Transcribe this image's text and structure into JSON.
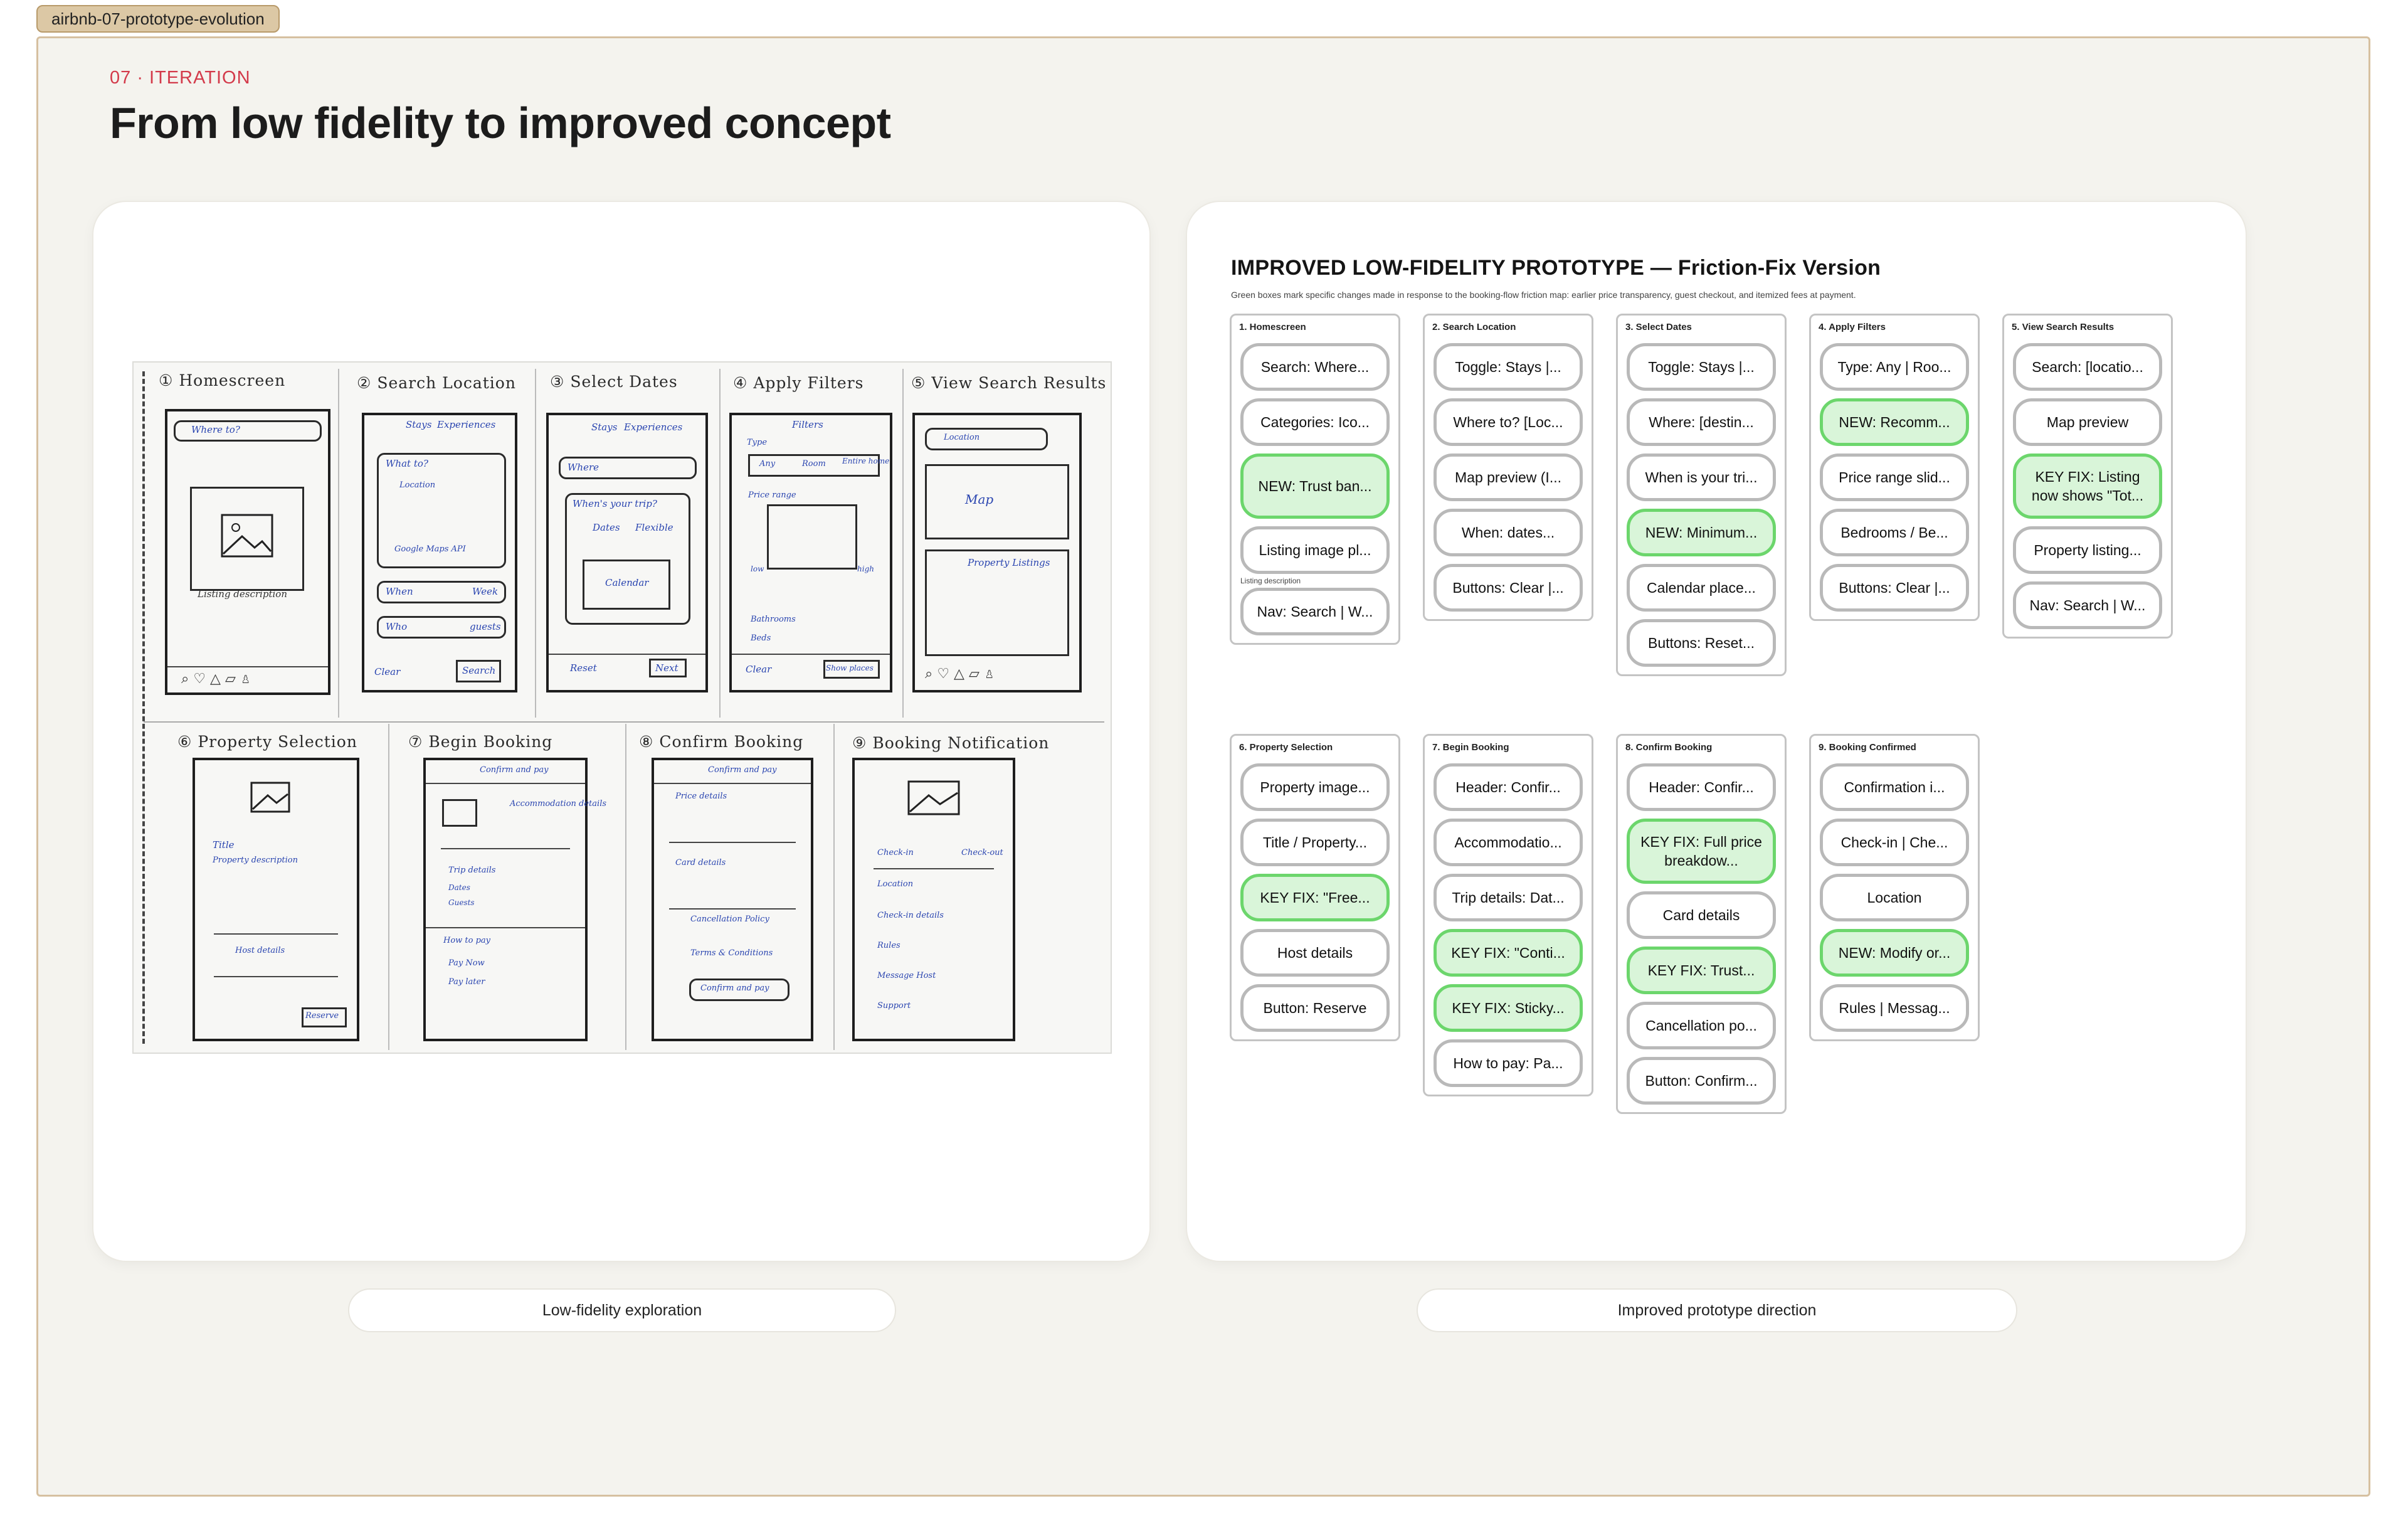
{
  "file_tag": "airbnb-07-prototype-evolution",
  "eyebrow": "07 · ITERATION",
  "headline": "From low fidelity to improved concept",
  "captions": {
    "left": "Low-fidelity exploration",
    "right": "Improved prototype direction"
  },
  "sketch": {
    "frames": [
      "① Homescreen",
      "② Search Location",
      "③ Select Dates",
      "④ Apply Filters",
      "⑤ View Search Results",
      "⑥ Property Selection",
      "⑦ Begin Booking",
      "⑧ Confirm Booking",
      "⑨ Booking Notification"
    ],
    "notes": {
      "where_to": "Where to?",
      "listing_description": "Listing description",
      "stays": "Stays",
      "experiences": "Experiences",
      "what_to": "What to?",
      "location": "Location",
      "google_maps": "Google Maps API",
      "when": "When",
      "week": "Week",
      "who": "Who",
      "guests": "guests",
      "clear": "Clear",
      "search": "Search",
      "where": "Where",
      "whens_your_trip": "When's your trip?",
      "dates": "Dates",
      "flexible": "Flexible",
      "calendar": "Calendar",
      "reset": "Reset",
      "next": "Next",
      "filters": "Filters",
      "type": "Type",
      "any": "Any",
      "room": "Room",
      "entire_home": "Entire home",
      "price_range": "Price range",
      "low": "low",
      "high": "high",
      "bathrooms": "Bathrooms",
      "beds": "Beds",
      "show_places": "Show places",
      "map": "Map",
      "property_listings": "Property Listings",
      "title": "Title",
      "property_description": "Property description",
      "host_details": "Host details",
      "reserve": "Reserve",
      "confirm_and_pay": "Confirm and pay",
      "accommodation_details": "Accommodation details",
      "trip_details": "Trip details",
      "dates_note": "Dates",
      "guests_note": "Guests",
      "how_to_pay": "How to pay",
      "pay_now": "Pay Now",
      "pay_later": "Pay later",
      "price_details": "Price details",
      "card_details": "Card details",
      "cancellation_policy": "Cancellation Policy",
      "terms": "Terms & Conditions",
      "check_in": "Check-in",
      "check_out": "Check-out",
      "check_in_details": "Check-in details",
      "rules": "Rules",
      "message_host": "Message Host",
      "support": "Support"
    }
  },
  "prototype": {
    "title": "IMPROVED LOW-FIDELITY PROTOTYPE — Friction-Fix Version",
    "subtitle": "Green boxes mark specific changes made in response to the booking-flow friction map: earlier price transparency, guest checkout, and itemized fees at payment.",
    "columns": [
      {
        "title": "1. Homescreen",
        "chips": [
          {
            "label": "Search: Where...",
            "highlight": false
          },
          {
            "label": "Categories: Ico...",
            "highlight": false
          },
          {
            "label": "NEW: Trust ban...",
            "highlight": true
          },
          {
            "label": "Listing image pl...",
            "highlight": false
          },
          {
            "label": "Nav: Search | W...",
            "highlight": false
          }
        ],
        "small_label": "Listing description"
      },
      {
        "title": "2. Search Location",
        "chips": [
          {
            "label": "Toggle: Stays |...",
            "highlight": false
          },
          {
            "label": "Where to? [Loc...",
            "highlight": false
          },
          {
            "label": "Map preview (I...",
            "highlight": false
          },
          {
            "label": "When: dates...",
            "highlight": false
          },
          {
            "label": "Buttons: Clear |...",
            "highlight": false
          }
        ]
      },
      {
        "title": "3. Select Dates",
        "chips": [
          {
            "label": "Toggle: Stays |...",
            "highlight": false
          },
          {
            "label": "Where: [destin...",
            "highlight": false
          },
          {
            "label": "When is your tri...",
            "highlight": false
          },
          {
            "label": "NEW: Minimum...",
            "highlight": true
          },
          {
            "label": "Calendar place...",
            "highlight": false
          },
          {
            "label": "Buttons: Reset...",
            "highlight": false
          }
        ]
      },
      {
        "title": "4. Apply Filters",
        "chips": [
          {
            "label": "Type: Any | Roo...",
            "highlight": false
          },
          {
            "label": "NEW: Recomm...",
            "highlight": true
          },
          {
            "label": "Price range slid...",
            "highlight": false
          },
          {
            "label": "Bedrooms / Be...",
            "highlight": false
          },
          {
            "label": "Buttons: Clear |...",
            "highlight": false
          }
        ]
      },
      {
        "title": "5. View Search Results",
        "chips": [
          {
            "label": "Search: [locatio...",
            "highlight": false
          },
          {
            "label": "Map preview",
            "highlight": false
          },
          {
            "label": "KEY FIX: Listing now shows \"Tot...",
            "highlight": true
          },
          {
            "label": "Property listing...",
            "highlight": false
          },
          {
            "label": "Nav: Search | W...",
            "highlight": false
          }
        ]
      },
      {
        "title": "6. Property Selection",
        "chips": [
          {
            "label": "Property image...",
            "highlight": false
          },
          {
            "label": "Title / Property...",
            "highlight": false
          },
          {
            "label": "KEY FIX: \"Free...",
            "highlight": true
          },
          {
            "label": "Host details",
            "highlight": false
          },
          {
            "label": "Button: Reserve",
            "highlight": false
          }
        ]
      },
      {
        "title": "7. Begin Booking",
        "chips": [
          {
            "label": "Header: Confir...",
            "highlight": false
          },
          {
            "label": "Accommodatio...",
            "highlight": false
          },
          {
            "label": "Trip details: Dat...",
            "highlight": false
          },
          {
            "label": "KEY FIX: \"Conti...",
            "highlight": true
          },
          {
            "label": "KEY FIX: Sticky...",
            "highlight": true
          },
          {
            "label": "How to pay: Pa...",
            "highlight": false
          }
        ]
      },
      {
        "title": "8. Confirm Booking",
        "chips": [
          {
            "label": "Header: Confir...",
            "highlight": false
          },
          {
            "label": "KEY FIX: Full price breakdow...",
            "highlight": true
          },
          {
            "label": "Card details",
            "highlight": false
          },
          {
            "label": "KEY FIX: Trust...",
            "highlight": true
          },
          {
            "label": "Cancellation po...",
            "highlight": false
          },
          {
            "label": "Button: Confirm...",
            "highlight": false
          }
        ]
      },
      {
        "title": "9. Booking Confirmed",
        "chips": [
          {
            "label": "Confirmation i...",
            "highlight": false
          },
          {
            "label": "Check-in | Che...",
            "highlight": false
          },
          {
            "label": "Location",
            "highlight": false
          },
          {
            "label": "NEW: Modify or...",
            "highlight": true
          },
          {
            "label": "Rules | Messag...",
            "highlight": false
          }
        ]
      }
    ]
  },
  "colors": {
    "accent": "#d33a4a",
    "highlight_fill": "#d9f5d9",
    "highlight_border": "#6cd66c",
    "ink": "#2a45b0"
  }
}
